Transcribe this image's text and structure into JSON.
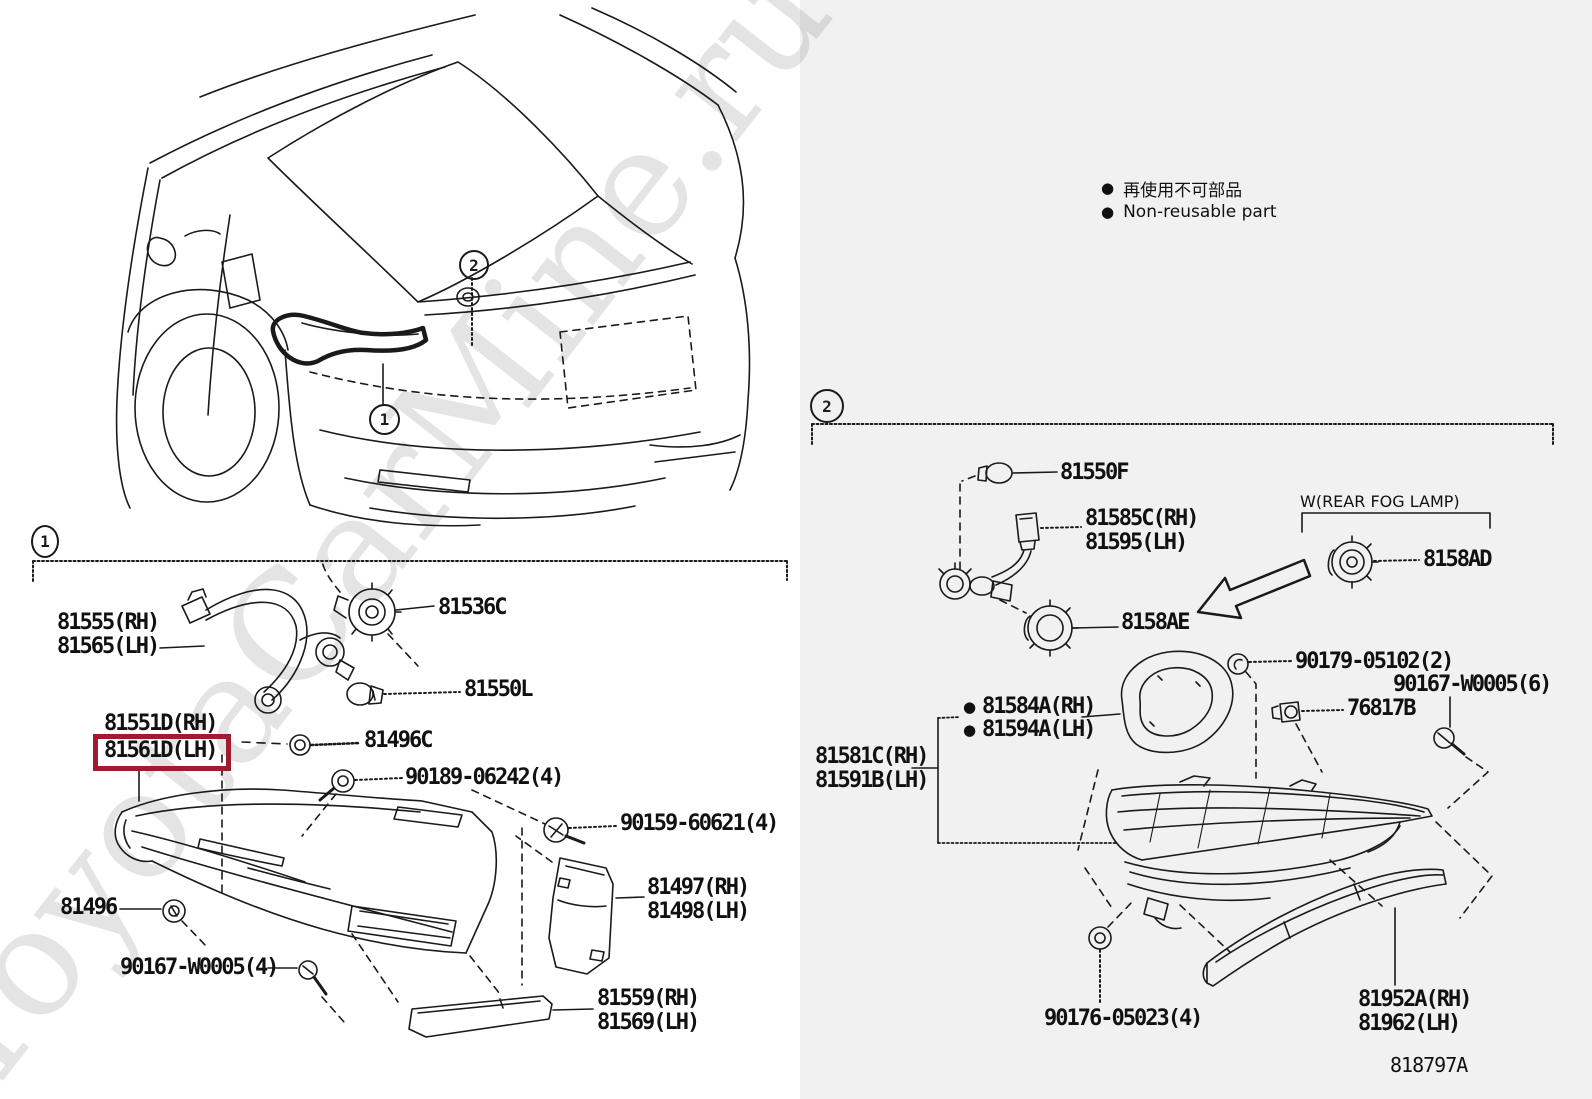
{
  "watermark": "ToyotaCarMine.ru",
  "legend": {
    "bullet": "●",
    "jp": "再使用不可部品",
    "en": "Non-reusable part"
  },
  "callouts": {
    "one": "1",
    "two": "2"
  },
  "diagram_code": "818797A",
  "colors": {
    "line": "#1a1a1a",
    "highlight_box": "#9e1b32",
    "right_panel_bg": "#f1f1f1"
  },
  "parts": {
    "p81555": "81555(RH)\n81565(LH)",
    "p81536C": "81536C",
    "p81550L": "81550L",
    "p81551D": "81551D(RH)",
    "p81561D": "81561D(LH)",
    "p81496C": "81496C",
    "p90189": "90189-06242(4)",
    "p90159": "90159-60621(4)",
    "p81497": "81497(RH)\n81498(LH)",
    "p81496": "81496",
    "p90167_4": "90167-W0005(4)",
    "p81559": "81559(RH)\n81569(LH)",
    "p81550F": "81550F",
    "p81585C": "81585C(RH)\n81595(LH)",
    "rear_fog": "W(REAR FOG LAMP)",
    "p8158AD": "8158AD",
    "p8158AE": "8158AE",
    "p90179": "90179-05102(2)",
    "p90167_6": "90167-W0005(6)",
    "p76817B": "76817B",
    "p81584A": "81584A(RH)",
    "p81594A": "81594A(LH)",
    "p81581C": "81581C(RH)\n81591B(LH)",
    "p90176": "90176-05023(4)",
    "p81952A": "81952A(RH)\n81962(LH)"
  }
}
